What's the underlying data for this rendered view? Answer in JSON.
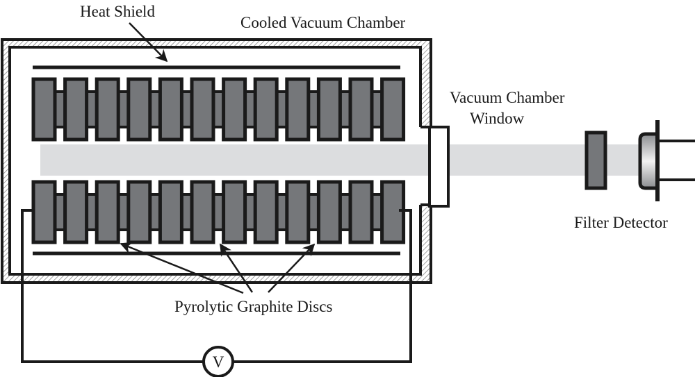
{
  "figure": {
    "labels": {
      "heat_shield": "Heat Shield",
      "cooled_vacuum_chamber": "Cooled Vacuum Chamber",
      "vacuum_chamber_window_line1": "Vacuum Chamber",
      "vacuum_chamber_window_line2": "Window",
      "filter_detector": "Filter Detector",
      "pyrolytic_graphite_discs": "Pyrolytic Graphite Discs",
      "voltmeter": "V"
    },
    "disc_rows": [
      {
        "name": "upper",
        "disc_count": 12
      },
      {
        "name": "lower",
        "disc_count": 12
      }
    ],
    "colors": {
      "outline": "#1a1a1a",
      "disc_fill": "#75777a",
      "beam": "#dcdddf",
      "hatch": "#9a9a9a",
      "background": "#ffffff"
    }
  }
}
